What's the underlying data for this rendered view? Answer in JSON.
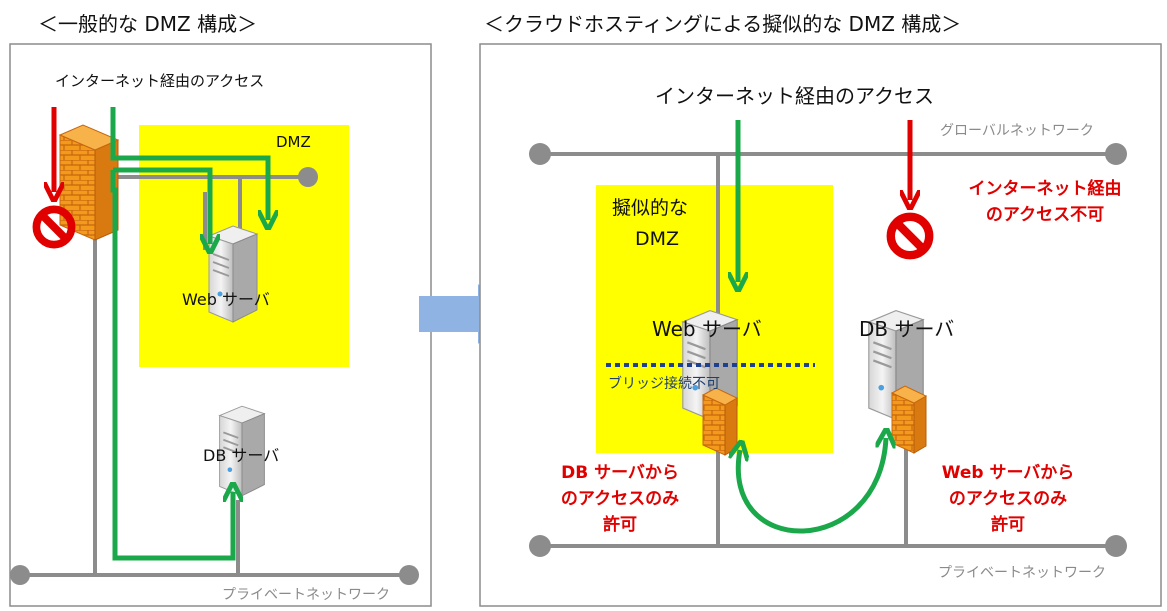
{
  "left_panel": {
    "title": "＜一般的な DMZ 構成＞",
    "access_label": "インターネット経由のアクセス",
    "dmz_label": "DMZ",
    "web_server_label": "Web サーバ",
    "db_server_label": "DB サーバ",
    "private_network_label": "プライベートネットワーク"
  },
  "right_panel": {
    "title": "＜クラウドホスティングによる擬似的な DMZ 構成＞",
    "access_label": "インターネット経由のアクセス",
    "global_network_label": "グローバルネットワーク",
    "pseudo_dmz_label_line1": "擬似的な",
    "pseudo_dmz_label_line2": "DMZ",
    "web_server_label": "Web サーバ",
    "db_server_label": "DB サーバ",
    "bridge_label": "ブリッジ接続不可",
    "denied_line1": "インターネット経由",
    "denied_line2": "のアクセス不可",
    "web_allow_line1": "DB サーバから",
    "web_allow_line2": "のアクセスのみ",
    "web_allow_line3": "許可",
    "db_allow_line1": "Web サーバから",
    "db_allow_line2": "のアクセスのみ",
    "db_allow_line3": "許可",
    "private_network_label": "プライベートネットワーク"
  },
  "colors": {
    "dmz_fill": "#ffff00",
    "arrow_green": "#1aa84a",
    "arrow_red": "#e00000",
    "network_line": "#8c8c8c",
    "transition_arrow": "#8fb4e3"
  }
}
